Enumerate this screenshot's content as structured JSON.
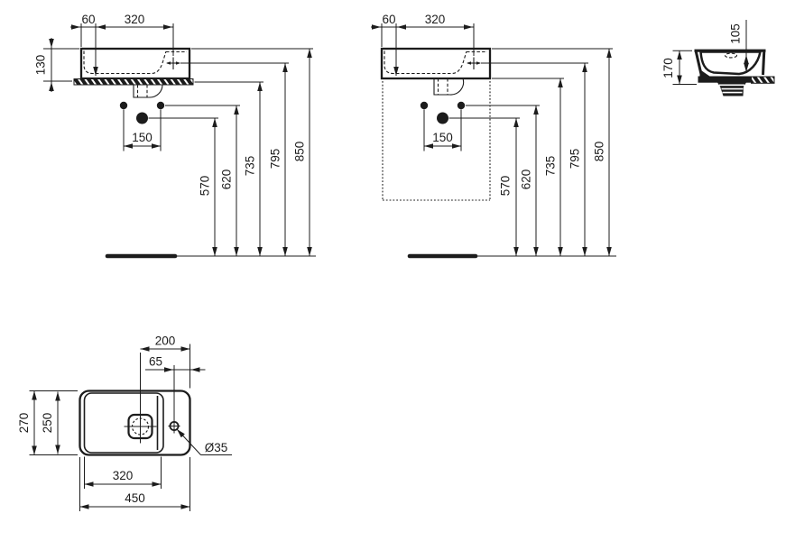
{
  "drawing": {
    "front_wall_view": {
      "dim_60": "60",
      "dim_320": "320",
      "dim_130": "130",
      "dim_150": "150",
      "dim_570": "570",
      "dim_620": "620",
      "dim_735": "735",
      "dim_795": "795",
      "dim_850": "850"
    },
    "front_cabinet_view": {
      "dim_60": "60",
      "dim_320": "320",
      "dim_150": "150",
      "dim_570": "570",
      "dim_620": "620",
      "dim_735": "735",
      "dim_795": "795",
      "dim_850": "850"
    },
    "side_view": {
      "dim_105": "105",
      "dim_170": "170"
    },
    "plan_view": {
      "dim_200": "200",
      "dim_65": "65",
      "dim_270": "270",
      "dim_250": "250",
      "dim_320": "320",
      "dim_450": "450",
      "dim_tap_hole": "Ø35"
    },
    "colors": {
      "line": "#1c1c1c",
      "background": "#ffffff"
    }
  }
}
